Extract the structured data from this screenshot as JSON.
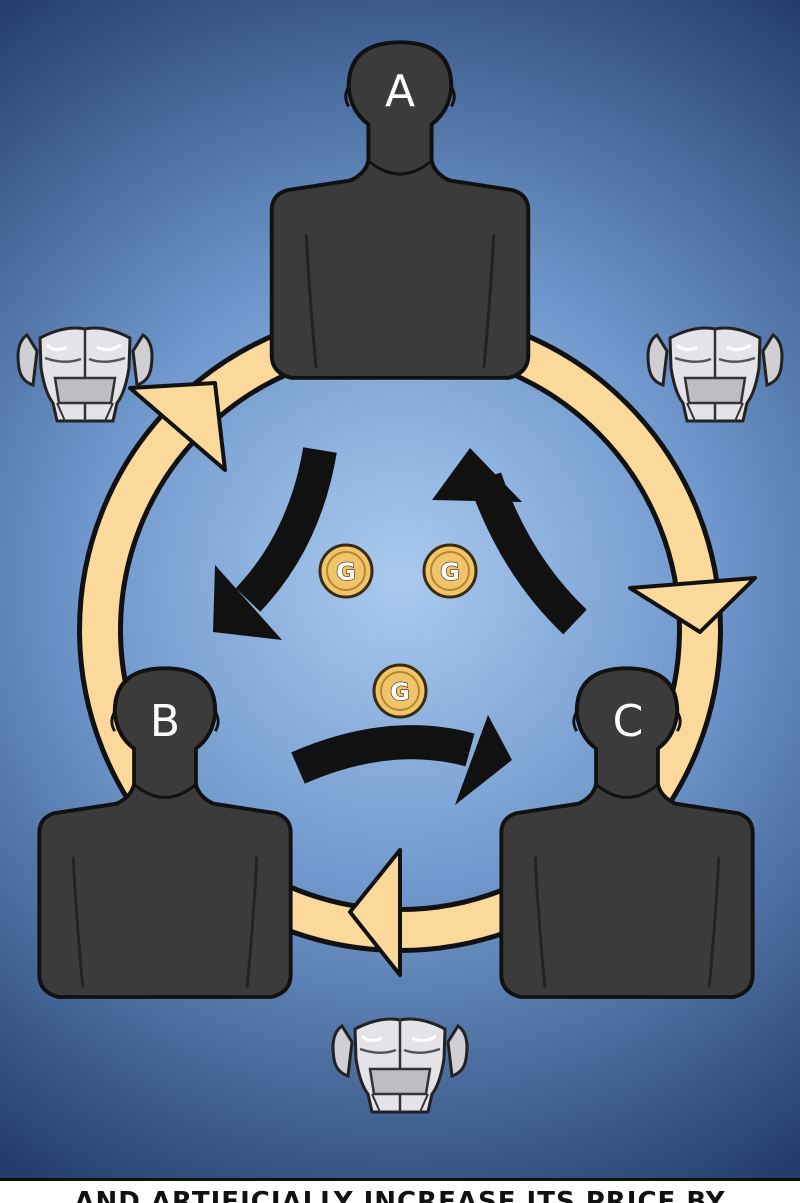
{
  "people": [
    {
      "id": "A",
      "label": "A"
    },
    {
      "id": "B",
      "label": "B"
    },
    {
      "id": "C",
      "label": "C"
    }
  ],
  "coins": [
    {
      "label": "G"
    },
    {
      "label": "G"
    },
    {
      "label": "G"
    }
  ],
  "caption": "AND ARTIFICIALLY INCREASE ITS PRICE BY",
  "colors": {
    "background_center": "#a9c8ec",
    "background_edge": "#24406e",
    "ring": "#fbd99a",
    "outline": "#111111",
    "silhouette": "#3b3b3b",
    "coin": "#f0c46a",
    "armor": "#d9d9dc"
  },
  "icons": {
    "armor": "chest-armor-icon",
    "coin": "gold-coin-icon",
    "silhouette": "person-silhouette-icon"
  }
}
